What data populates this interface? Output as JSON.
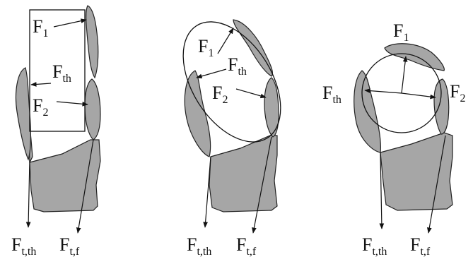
{
  "colors": {
    "finger_fill": "#a6a6a6",
    "stroke": "#111111",
    "background": "#ffffff"
  },
  "labels": {
    "F": "F",
    "sub_1": "1",
    "sub_2": "2",
    "sub_th": "th",
    "sub_tth": "t,th",
    "sub_tf": "t,f"
  },
  "panels": [
    {
      "object_shape": "rectangle"
    },
    {
      "object_shape": "ellipse"
    },
    {
      "object_shape": "circle"
    }
  ]
}
